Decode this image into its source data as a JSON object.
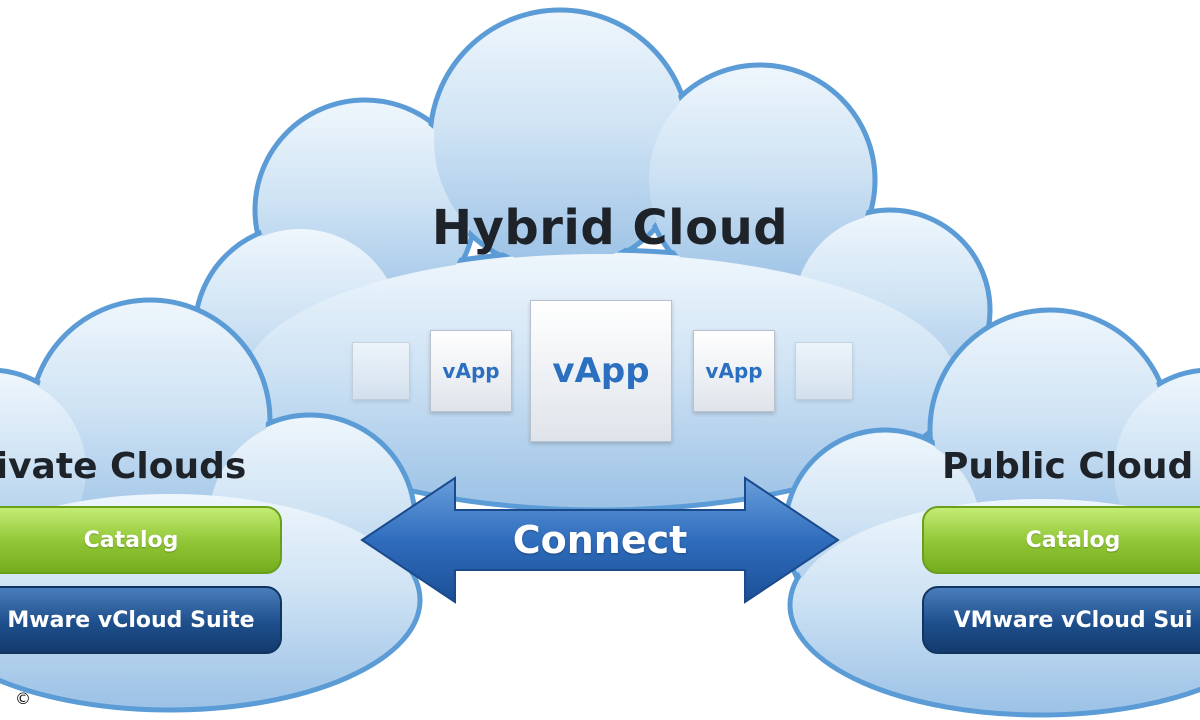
{
  "hybrid": {
    "title": "Hybrid Cloud",
    "tiles": [
      "vApp",
      "vApp",
      "vApp"
    ]
  },
  "private": {
    "title": "rivate Clouds",
    "catalog": "Catalog",
    "suite": "Mware vCloud Suite"
  },
  "public": {
    "title": "Public Cloud",
    "catalog": "Catalog",
    "suite": "VMware vCloud Sui"
  },
  "connect": {
    "label": "Connect"
  },
  "footer": {
    "copyright": "©"
  },
  "colors": {
    "cloud_light": "#e9f3fb",
    "cloud_mid": "#b7d4ee",
    "cloud_edge": "#5b9bd6",
    "arrow_top": "#5d93d3",
    "arrow_bottom": "#1e5aa6",
    "catalog_green": "#8fc534",
    "suite_navy": "#1e4f8c",
    "tile_text": "#2a6fc0"
  },
  "icons": [
    "double-arrow-icon"
  ]
}
